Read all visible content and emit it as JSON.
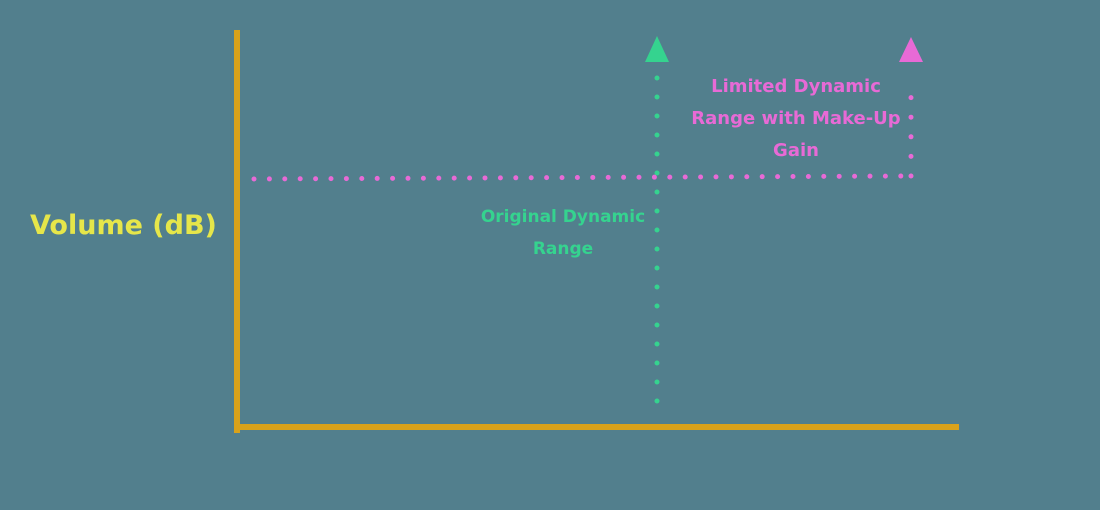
{
  "diagram": {
    "y_axis_label": "Volume (dB)",
    "original_range": {
      "lines": [
        "Original Dynamic",
        "Range"
      ]
    },
    "limited_range": {
      "lines": [
        "Limited Dynamic",
        "Range with Make-Up",
        "Gain"
      ]
    },
    "colors": {
      "background": "#527f8d",
      "axes": "#d9a21b",
      "y_axis_label": "#e6e64a",
      "original_range": "#35d38f",
      "limited_range": "#e86ad6"
    }
  }
}
